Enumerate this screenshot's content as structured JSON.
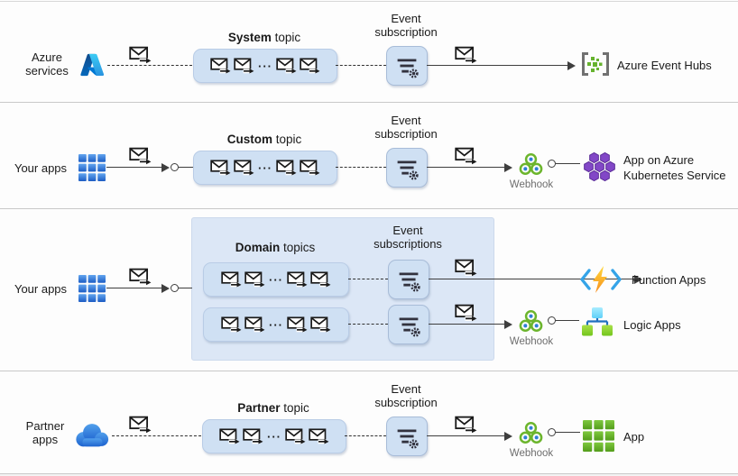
{
  "glyphs": {
    "dots": "···"
  },
  "colors": {
    "topic_box": "#cfe0f3",
    "domain_container": "#dce7f6",
    "line": "#3e3e3e",
    "azure_blue": "#0078d4",
    "webhook_green": "#6cb52d",
    "hub_green": "#66b32e",
    "aks_purple": "#8247c7"
  },
  "icons": [
    "azure-logo-icon",
    "apps-grid-icon",
    "partner-cloud-icon",
    "message-envelope-icon",
    "event-filter-icon",
    "webhook-icon",
    "event-hubs-icon",
    "kubernetes-icon",
    "function-apps-icon",
    "logic-apps-icon",
    "app-grid-icon"
  ],
  "band1": {
    "source_line1": "Azure",
    "source_line2": "services",
    "topic_bold": "System",
    "topic_rest": " topic",
    "sub_line1": "Event",
    "sub_line2": "subscription",
    "dest": "Azure Event Hubs"
  },
  "band2": {
    "source": "Your apps",
    "topic_bold": "Custom",
    "topic_rest": " topic",
    "sub_line1": "Event",
    "sub_line2": "subscription",
    "webhook": "Webhook",
    "dest_line1": "App on Azure",
    "dest_line2": "Kubernetes Service"
  },
  "band3": {
    "source": "Your apps",
    "topic_bold": "Domain",
    "topic_rest": " topics",
    "sub_line1": "Event",
    "sub_line2": "subscriptions",
    "dest1": "Function Apps",
    "webhook": "Webhook",
    "dest2": "Logic Apps"
  },
  "band4": {
    "source_line1": "Partner",
    "source_line2": "apps",
    "topic_bold": "Partner",
    "topic_rest": " topic",
    "sub_line1": "Event",
    "sub_line2": "subscription",
    "webhook": "Webhook",
    "dest": "App"
  }
}
